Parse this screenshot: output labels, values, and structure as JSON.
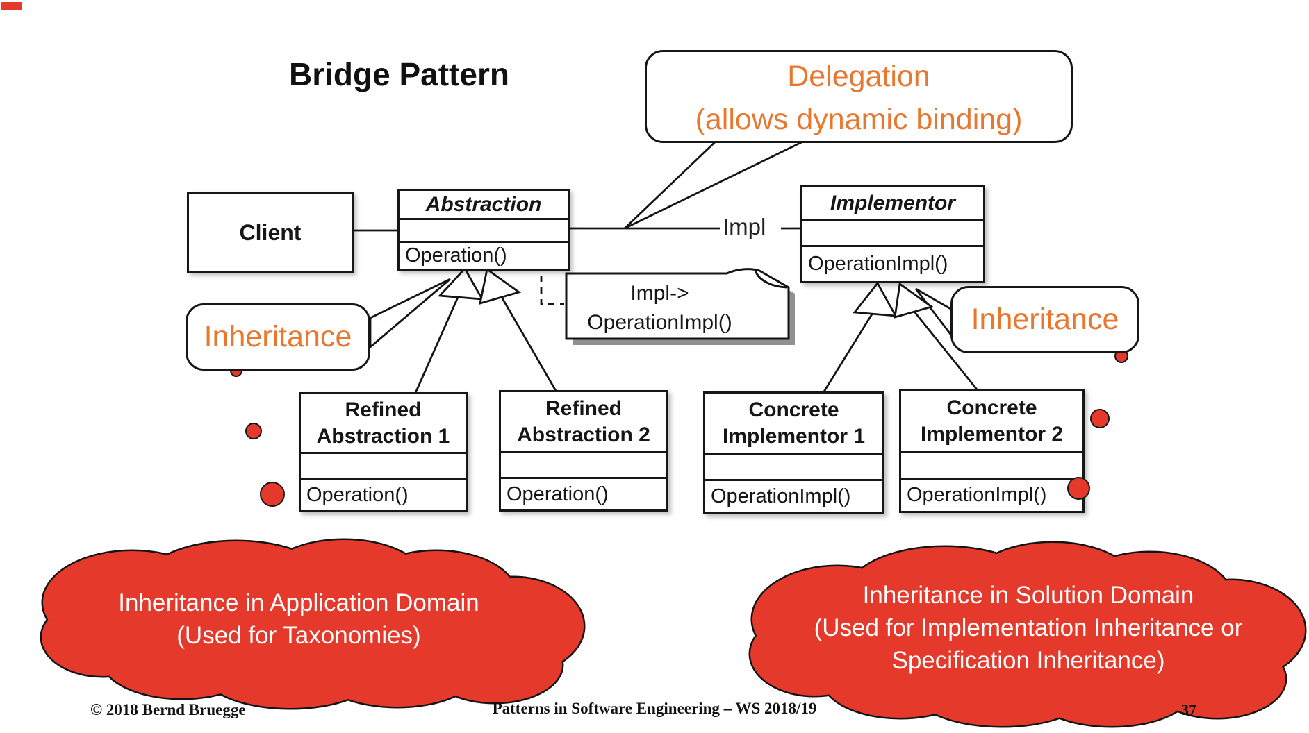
{
  "slide": {
    "title": "Bridge Pattern",
    "footer_left": "© 2018 Bernd Bruegge",
    "footer_center": "Patterns in Software Engineering – WS 2018/19",
    "page_number": "37"
  },
  "colors": {
    "accent_orange": "#E87730",
    "annotation_red": "#E5392C",
    "ink": "#161616"
  },
  "callouts": {
    "delegation": {
      "line1": "Delegation",
      "line2": "(allows dynamic binding)"
    },
    "inheritance_left": {
      "label": "Inheritance"
    },
    "inheritance_right": {
      "label": "Inheritance"
    }
  },
  "diagram": {
    "client": {
      "name": "Client"
    },
    "abstraction": {
      "name": "Abstraction",
      "method": "Operation()"
    },
    "implementor": {
      "name": "Implementor",
      "method": "OperationImpl()"
    },
    "refined_abstraction_1": {
      "line1": "Refined",
      "line2": "Abstraction 1",
      "method": "Operation()"
    },
    "refined_abstraction_2": {
      "line1": "Refined",
      "line2": "Abstraction 2",
      "method": "Operation()"
    },
    "concrete_implementor_1": {
      "line1": "Concrete",
      "line2": "Implementor 1",
      "method": "OperationImpl()"
    },
    "concrete_implementor_2": {
      "line1": "Concrete",
      "line2": "Implementor 2",
      "method": "OperationImpl()"
    },
    "association_label": "Impl",
    "note": {
      "line1": "Impl->",
      "line2": "OperationImpl()"
    }
  },
  "clouds": {
    "left": {
      "line1": "Inheritance in Application  Domain",
      "line2": "(Used for Taxonomies)"
    },
    "right": {
      "line1": "Inheritance in Solution Domain",
      "line2": "(Used for Implementation Inheritance or",
      "line3": "Specification Inheritance)"
    }
  }
}
